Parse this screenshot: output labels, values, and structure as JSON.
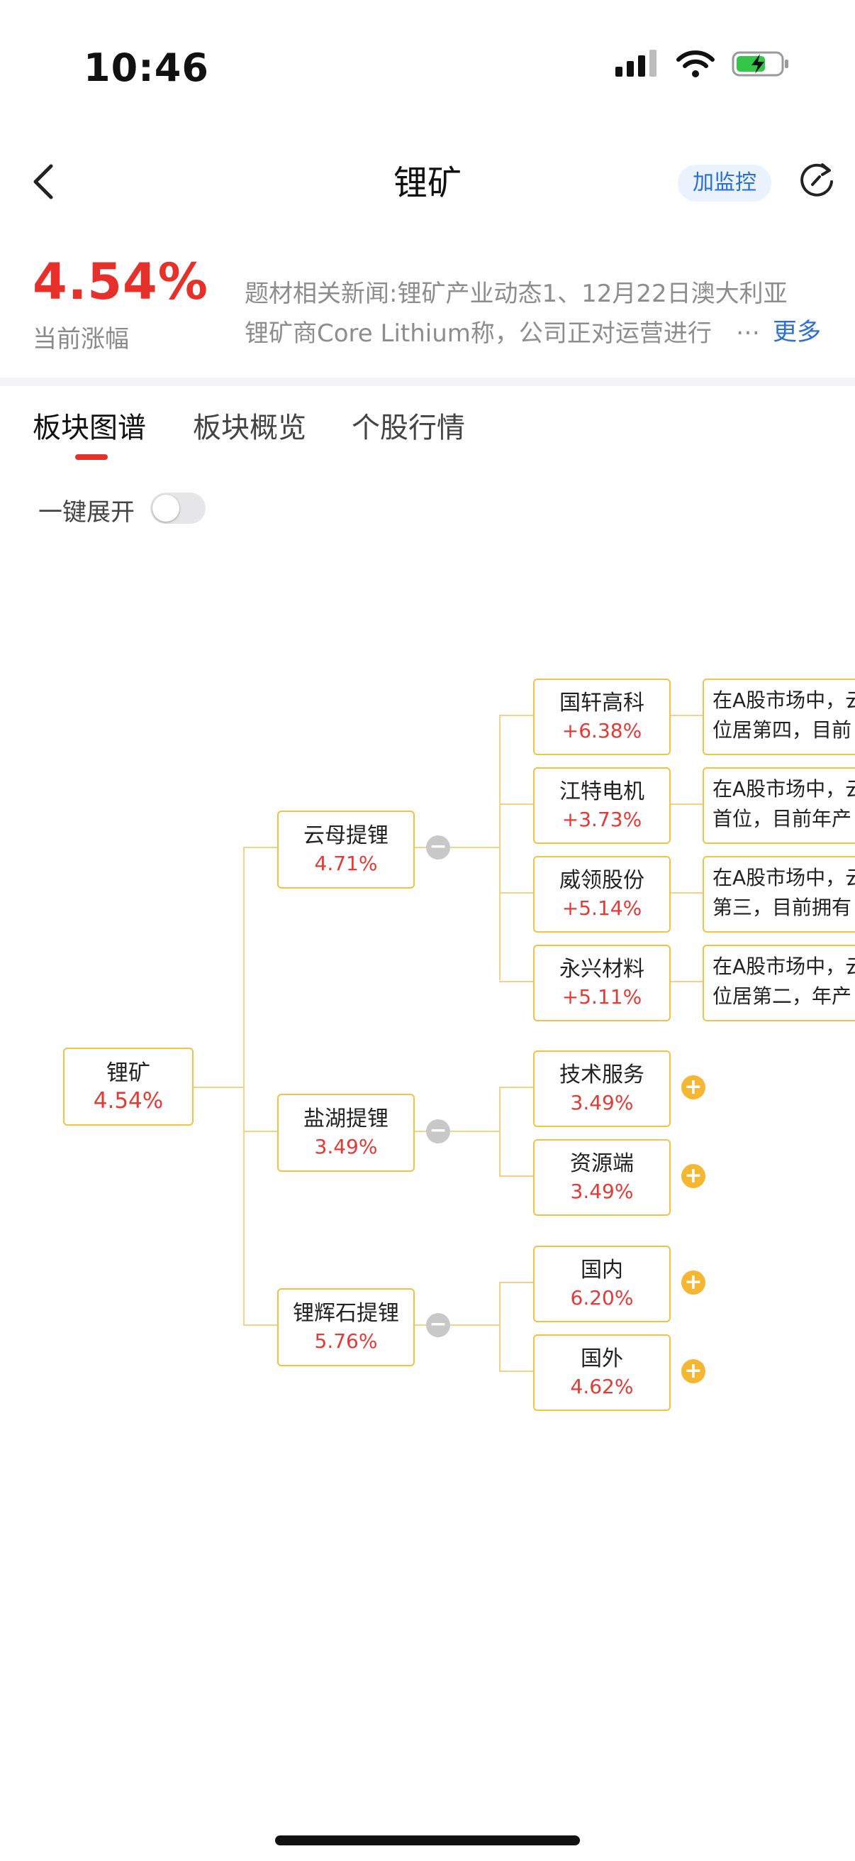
{
  "status_bar": {
    "time": "10:46"
  },
  "nav": {
    "title": "锂矿",
    "monitor_label": "加监控"
  },
  "summary": {
    "change_pct": "4.54%",
    "change_caption": "当前涨幅",
    "news_line1": "题材相关新闻:锂矿产业动态1、12月22日澳大利亚",
    "news_line2": "锂矿商Core Lithium称，公司正对运营进行",
    "news_ellipsis": "…",
    "more_label": "更多"
  },
  "tabs": [
    {
      "label": "板块图谱",
      "active": true
    },
    {
      "label": "板块概览",
      "active": false
    },
    {
      "label": "个股行情",
      "active": false
    }
  ],
  "expand_all": {
    "label": "一键展开",
    "on": false
  },
  "tree": {
    "root": {
      "name": "锂矿",
      "pct": "4.54%"
    },
    "branches": [
      {
        "name": "云母提锂",
        "pct": "4.71%"
      },
      {
        "name": "盐湖提锂",
        "pct": "3.49%"
      },
      {
        "name": "锂辉石提锂",
        "pct": "5.76%"
      }
    ],
    "leaves": [
      {
        "name": "国轩高科",
        "pct": "+6.38%",
        "desc1": "在A股市场中，云",
        "desc2": "位居第四，目前"
      },
      {
        "name": "江特电机",
        "pct": "+3.73%",
        "desc1": "在A股市场中，云",
        "desc2": "首位，目前年产"
      },
      {
        "name": "威领股份",
        "pct": "+5.14%",
        "desc1": "在A股市场中，云",
        "desc2": "第三，目前拥有"
      },
      {
        "name": "永兴材料",
        "pct": "+5.11%",
        "desc1": "在A股市场中，云",
        "desc2": "位居第二，年产"
      },
      {
        "name": "技术服务",
        "pct": "3.49%"
      },
      {
        "name": "资源端",
        "pct": "3.49%"
      },
      {
        "name": "国内",
        "pct": "6.20%"
      },
      {
        "name": "国外",
        "pct": "4.62%"
      }
    ],
    "collapse_symbol": "−",
    "expand_symbol": "+"
  },
  "colors": {
    "accent_red": "#e8302b",
    "link_blue": "#2b6fd6",
    "node_border": "#efc24a",
    "connector": "#f1d28a",
    "expand_button": "#f5b731"
  }
}
